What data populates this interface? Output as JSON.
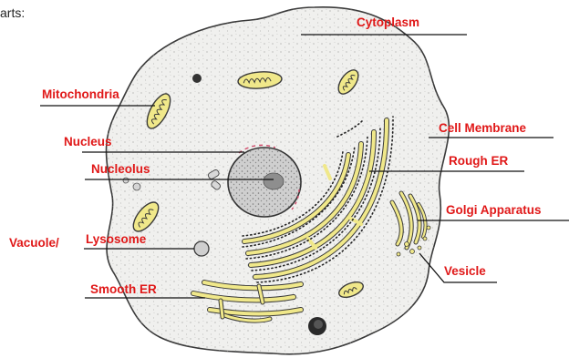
{
  "intro_text": "arts:",
  "labels": {
    "cytoplasm": "Cytoplasm",
    "mitochondria": "Mitochondria",
    "cell_membrane": "Cell Membrane",
    "nucleus": "Nucleus",
    "nucleolus": "Nucleolus",
    "rough_er": "Rough ER",
    "golgi_apparatus": "Golgi Apparatus",
    "vacuole_prefix": "Vacuole/",
    "lysosome": "Lysosome",
    "vesicle": "Vesicle",
    "smooth_er": "Smooth ER"
  },
  "colors": {
    "label": "#e01818",
    "cytoplasm": "#f0f0ee",
    "organelle": "#f0e88a",
    "outline": "#3a3a3a",
    "nucleus": "#c9c9c9",
    "nucleolus": "#9a9a9a"
  }
}
